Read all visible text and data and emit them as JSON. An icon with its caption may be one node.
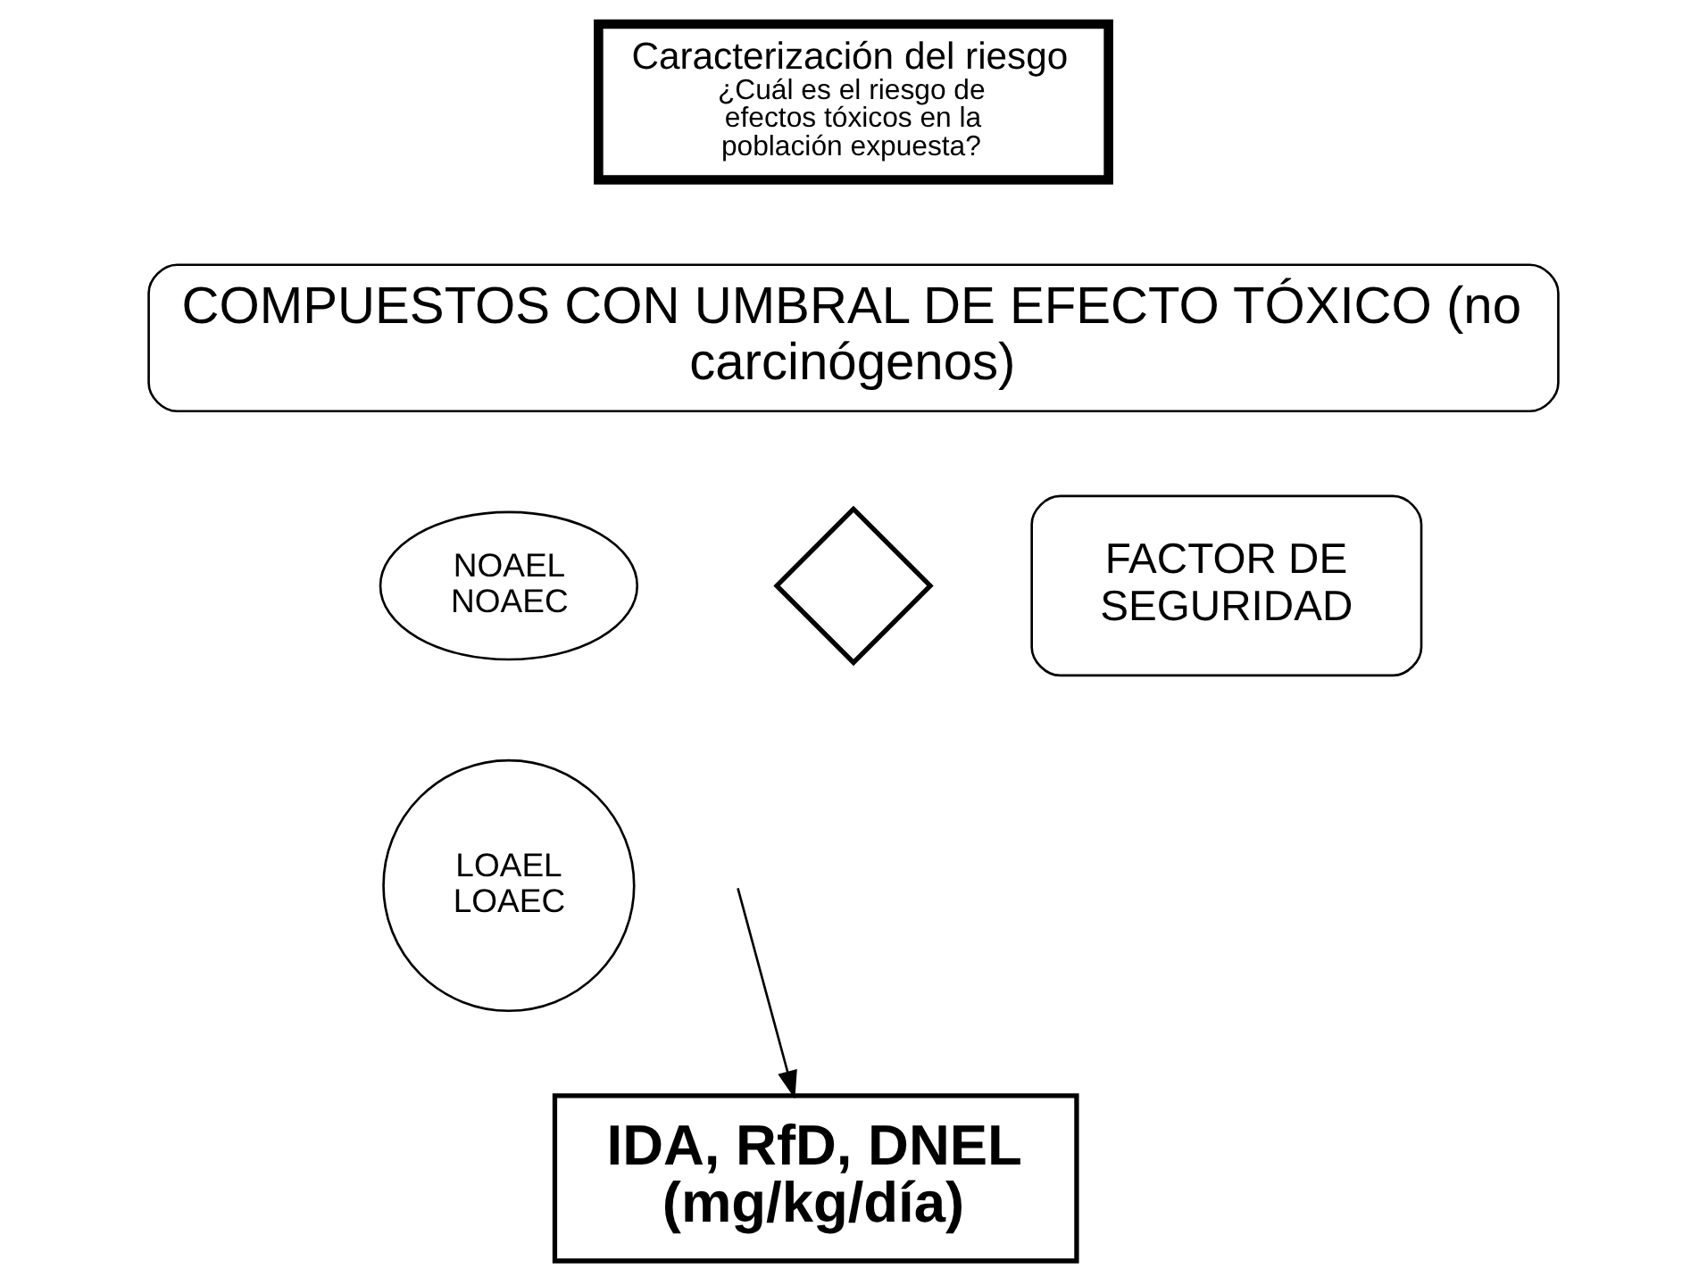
{
  "diagram": {
    "nodes": [
      {
        "text": [
          "Caracterización del riesgo",
          "¿Cuál es el riesgo de efectos tóxicos en la población expuesta?"
        ]
      },
      {
        "text": [
          "COMPUESTOS CON UMBRAL DE EFECTO TÓXICO (no carcinógenos)"
        ]
      },
      {
        "text": [
          "NOAEL NOAEC"
        ]
      },
      {
        "text": [],
        "shape": "cross"
      },
      {
        "text": [
          "FACTOR DE SEGURIDAD"
        ]
      },
      {
        "text": [
          "LOAEL LOAEC"
        ]
      },
      {
        "text": [
          "IDA, RfD, DNEL (mg/kg/día)"
        ]
      }
    ],
    "edges": [
      {
        "from": null,
        "to": 6,
        "arrow": "to"
      }
    ]
  }
}
